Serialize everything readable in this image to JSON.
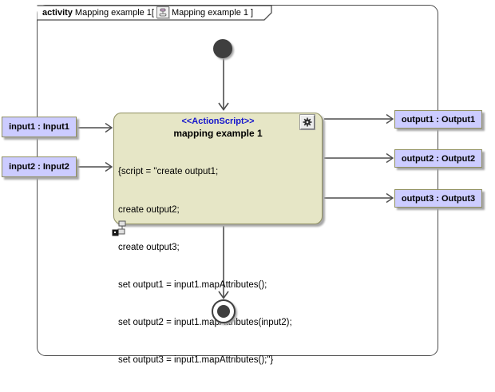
{
  "header": {
    "keyword": "activity",
    "activity_name": "Mapping example 1[",
    "diagram_name": "Mapping example 1 ]",
    "diagram_icon": "activity-diagram-icon"
  },
  "action_node": {
    "stereotype": "<<ActionScript>>",
    "name": "mapping example 1",
    "script_lines": [
      "{script = \"create output1;",
      "create output2;",
      "create output3;",
      "set output1 = input1.mapAttributes();",
      "set output2 = input1.mapAttributes(input2);",
      "set output3 = input1.mapAttributes();\"}"
    ],
    "indicator_icons": [
      "behavior-gear-icon",
      "decomposition-rake-icon"
    ]
  },
  "input_pins": [
    {
      "label": "input1 : Input1"
    },
    {
      "label": "input2 : Input2"
    }
  ],
  "output_pins": [
    {
      "label": "output1 : Output1"
    },
    {
      "label": "output2 : Output2"
    },
    {
      "label": "output3 : Output3"
    }
  ],
  "colors": {
    "node_fill": "#e6e6c6",
    "node_border": "#8f8f60",
    "pin_fill": "#ccccff",
    "pin_border": "#8f8f60",
    "edge": "#4d4d4d",
    "stereotype_text": "#1414cc",
    "control_node": "#3f3f3f"
  }
}
